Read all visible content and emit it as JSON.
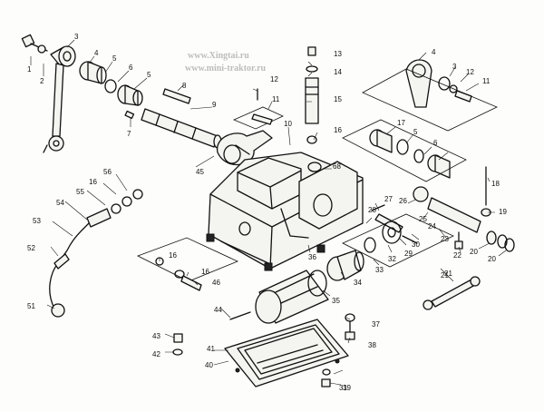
{
  "watermark": {
    "line1": "www.Xingtai.ru",
    "line2": "www.mini-traktor.ru"
  },
  "labels": [
    {
      "id": "l1",
      "text": "1"
    },
    {
      "id": "l2",
      "text": "2"
    },
    {
      "id": "l3a",
      "text": "3"
    },
    {
      "id": "l4a",
      "text": "4"
    },
    {
      "id": "l5a",
      "text": "5"
    },
    {
      "id": "l6a",
      "text": "6"
    },
    {
      "id": "l5b",
      "text": "5"
    },
    {
      "id": "l7",
      "text": "7"
    },
    {
      "id": "l8",
      "text": "8"
    },
    {
      "id": "l9",
      "text": "9"
    },
    {
      "id": "l10",
      "text": "10"
    },
    {
      "id": "l11a",
      "text": "11"
    },
    {
      "id": "l12a",
      "text": "12"
    },
    {
      "id": "l13",
      "text": "13"
    },
    {
      "id": "l14",
      "text": "14"
    },
    {
      "id": "l15",
      "text": "15"
    },
    {
      "id": "l16a",
      "text": "16"
    },
    {
      "id": "l4b",
      "text": "4"
    },
    {
      "id": "l3b",
      "text": "3"
    },
    {
      "id": "l12b",
      "text": "12"
    },
    {
      "id": "l11b",
      "text": "11"
    },
    {
      "id": "l17",
      "text": "17"
    },
    {
      "id": "l5c",
      "text": "5"
    },
    {
      "id": "l6b",
      "text": "6"
    },
    {
      "id": "l18",
      "text": "18"
    },
    {
      "id": "l19",
      "text": "19"
    },
    {
      "id": "l20a",
      "text": "20"
    },
    {
      "id": "l20b",
      "text": "20"
    },
    {
      "id": "l21",
      "text": "21"
    },
    {
      "id": "l22",
      "text": "22"
    },
    {
      "id": "l23",
      "text": "23"
    },
    {
      "id": "l24",
      "text": "24"
    },
    {
      "id": "l25",
      "text": "25"
    },
    {
      "id": "l26",
      "text": "26"
    },
    {
      "id": "l27",
      "text": "27"
    },
    {
      "id": "l28",
      "text": "28"
    },
    {
      "id": "l29",
      "text": "29"
    },
    {
      "id": "l30",
      "text": "30"
    },
    {
      "id": "l31",
      "text": "31"
    },
    {
      "id": "l32",
      "text": "32"
    },
    {
      "id": "l33",
      "text": "33"
    },
    {
      "id": "l34",
      "text": "34"
    },
    {
      "id": "l35",
      "text": "35"
    },
    {
      "id": "l36",
      "text": "36"
    },
    {
      "id": "l37",
      "text": "37"
    },
    {
      "id": "l38",
      "text": "38"
    },
    {
      "id": "l39",
      "text": "39"
    },
    {
      "id": "l40",
      "text": "40"
    },
    {
      "id": "l41",
      "text": "41"
    },
    {
      "id": "l42",
      "text": "42"
    },
    {
      "id": "l43",
      "text": "43"
    },
    {
      "id": "l44",
      "text": "44"
    },
    {
      "id": "l45",
      "text": "45"
    },
    {
      "id": "l16b",
      "text": "16"
    },
    {
      "id": "l16c",
      "text": "16"
    },
    {
      "id": "l46",
      "text": "46"
    },
    {
      "id": "l51",
      "text": "51"
    },
    {
      "id": "l52",
      "text": "52"
    },
    {
      "id": "l53",
      "text": "53"
    },
    {
      "id": "l54",
      "text": "54"
    },
    {
      "id": "l55",
      "text": "55"
    },
    {
      "id": "l16d",
      "text": "16"
    },
    {
      "id": "l56",
      "text": "56"
    },
    {
      "id": "l68",
      "text": "68"
    },
    {
      "id": "l21b",
      "text": "21"
    }
  ]
}
